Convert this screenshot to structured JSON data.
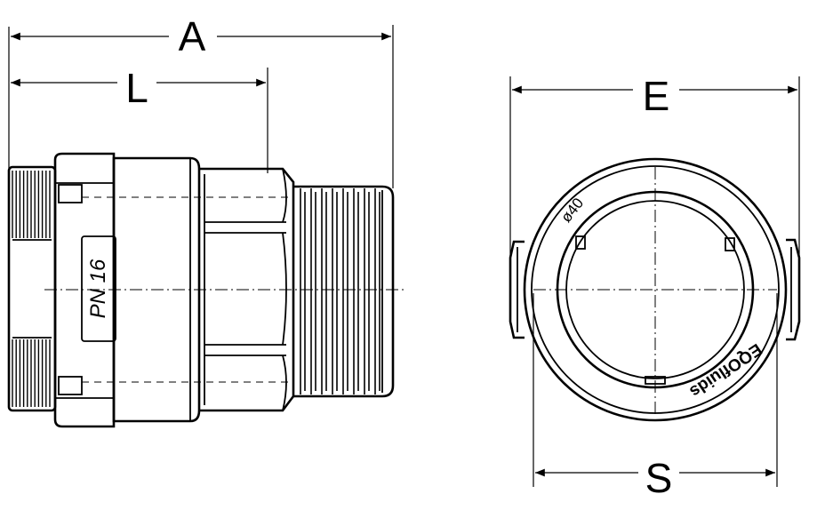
{
  "dimensions": {
    "A": "A",
    "L": "L",
    "E": "E",
    "S": "S"
  },
  "markings": {
    "pressure_rating": "PN 16",
    "size": "ø40",
    "brand": "EQOfluids"
  }
}
